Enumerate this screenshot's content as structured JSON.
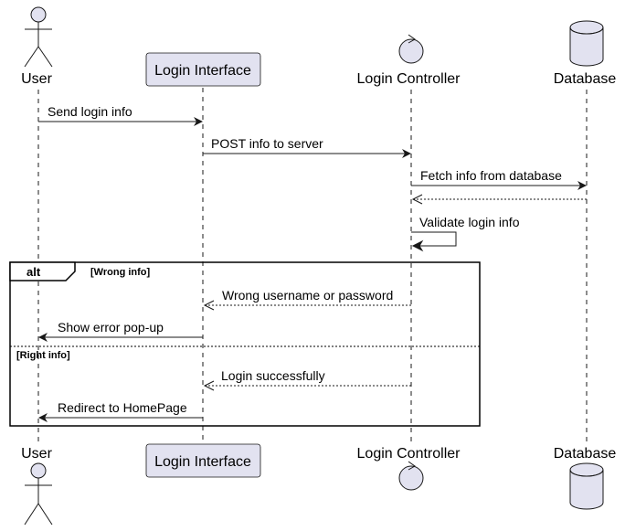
{
  "participants": {
    "user": "User",
    "login_interface": "Login Interface",
    "login_controller": "Login Controller",
    "database": "Database"
  },
  "messages": {
    "send_login_info": "Send login info",
    "post_info": "POST info to server",
    "fetch_info": "Fetch info from database",
    "validate": "Validate login info",
    "wrong_credentials": "Wrong username or password",
    "show_error": "Show error pop-up",
    "login_success": "Login successfully",
    "redirect": "Redirect to HomePage"
  },
  "fragment": {
    "keyword": "alt",
    "condition_1": "[Wrong info]",
    "condition_2": "[Right info]"
  },
  "colors": {
    "participant_fill": "#e2e2f0",
    "line": "#181818"
  }
}
